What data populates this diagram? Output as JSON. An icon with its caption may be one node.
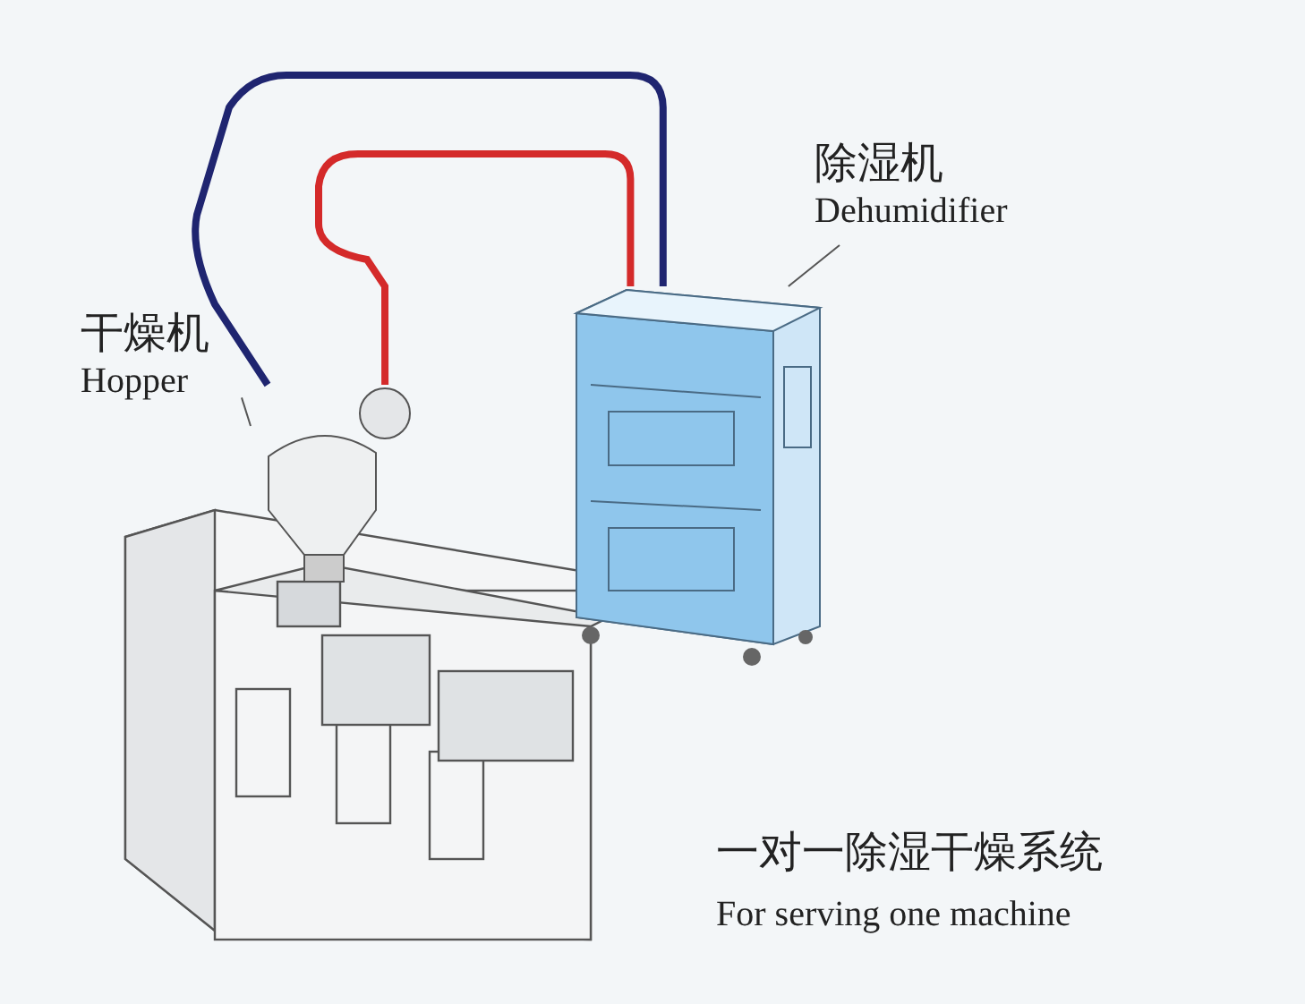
{
  "diagram": {
    "nodes": [
      {
        "text": [
          "除湿机",
          "Dehumidifier"
        ]
      },
      {
        "text": [],
        "shape": "picture"
      },
      {
        "text": [
          "干燥机",
          "Hopper"
        ]
      },
      {
        "text": [],
        "shape": "picture"
      }
    ],
    "edges": [
      {
        "from": 0,
        "to": 3,
        "arrow": "none"
      },
      {
        "from": 2,
        "to": 1,
        "arrow": "none"
      },
      {
        "from": 3,
        "to": 1,
        "arrow": "none",
        "style": "thick",
        "color": "#1f2570"
      },
      {
        "from": 3,
        "to": 1,
        "arrow": "none",
        "style": "thick",
        "color": "#d42a2a"
      }
    ],
    "labels": [
      "一对一除湿干燥系统",
      "For serving one machine"
    ]
  }
}
